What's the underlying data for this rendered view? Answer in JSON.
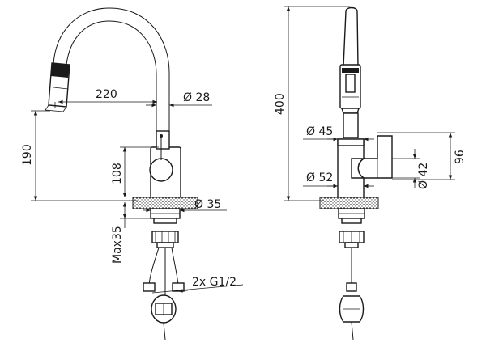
{
  "front_view": {
    "dimensions": {
      "spout_reach": "220",
      "spout_diameter": "Ø 28",
      "spout_height": "190",
      "body_height": "108",
      "base_diameter": "Ø 35",
      "max_deck_thickness": "Max35",
      "connections": "2x G1/2"
    }
  },
  "side_view": {
    "dimensions": {
      "total_height": "400",
      "body_upper_diameter": "Ø 45",
      "body_lower_diameter": "Ø 52",
      "handle_diameter": "Ø 42",
      "handle_height": "96"
    }
  }
}
